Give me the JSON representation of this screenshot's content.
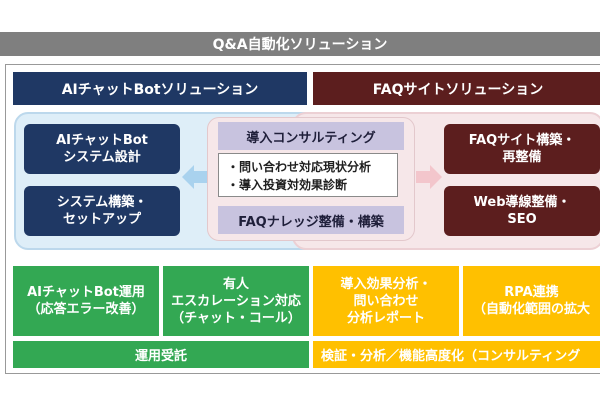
{
  "title": "Q&A自動化ソリューション",
  "headers": {
    "ai": "AIチャットBotソリューション",
    "faq": "FAQサイトソリューション"
  },
  "ai_panel": {
    "box1": [
      "AIチャットBot",
      "システム設計"
    ],
    "box2": [
      "システム構築・",
      "セットアップ"
    ]
  },
  "faq_panel": {
    "box1": [
      "FAQサイト構築・",
      "再整備"
    ],
    "box2": [
      "Web導線整備・",
      "SEO"
    ]
  },
  "center": {
    "consulting": "導入コンサルティング",
    "items": [
      "・問い合わせ対応現状分析",
      "・導入投資対効果診断"
    ],
    "knowledge": "FAQナレッジ整備・構築"
  },
  "operations": [
    [
      "AIチャットBot運用",
      "（応答エラー改善）"
    ],
    [
      "有人",
      "エスカレーション対応",
      "（チャット・コール）"
    ],
    [
      "導入効果分析・",
      "問い合わせ",
      "分析レポート"
    ],
    [
      "RPA連携",
      "（自動化範囲の拡大"
    ]
  ],
  "bottom": {
    "left": "運用受託",
    "right": "検証・分析／機能高度化（コンサルティング"
  },
  "colors": {
    "navy": "#1f3864",
    "maroon": "#5c1e1e",
    "green": "#33a853",
    "gold": "#ffc000",
    "lavender": "#c8c3df",
    "arrow_blue": "#a9d2ee",
    "arrow_pink": "#f3c6cc",
    "title_gray": "#7f7f7f"
  }
}
